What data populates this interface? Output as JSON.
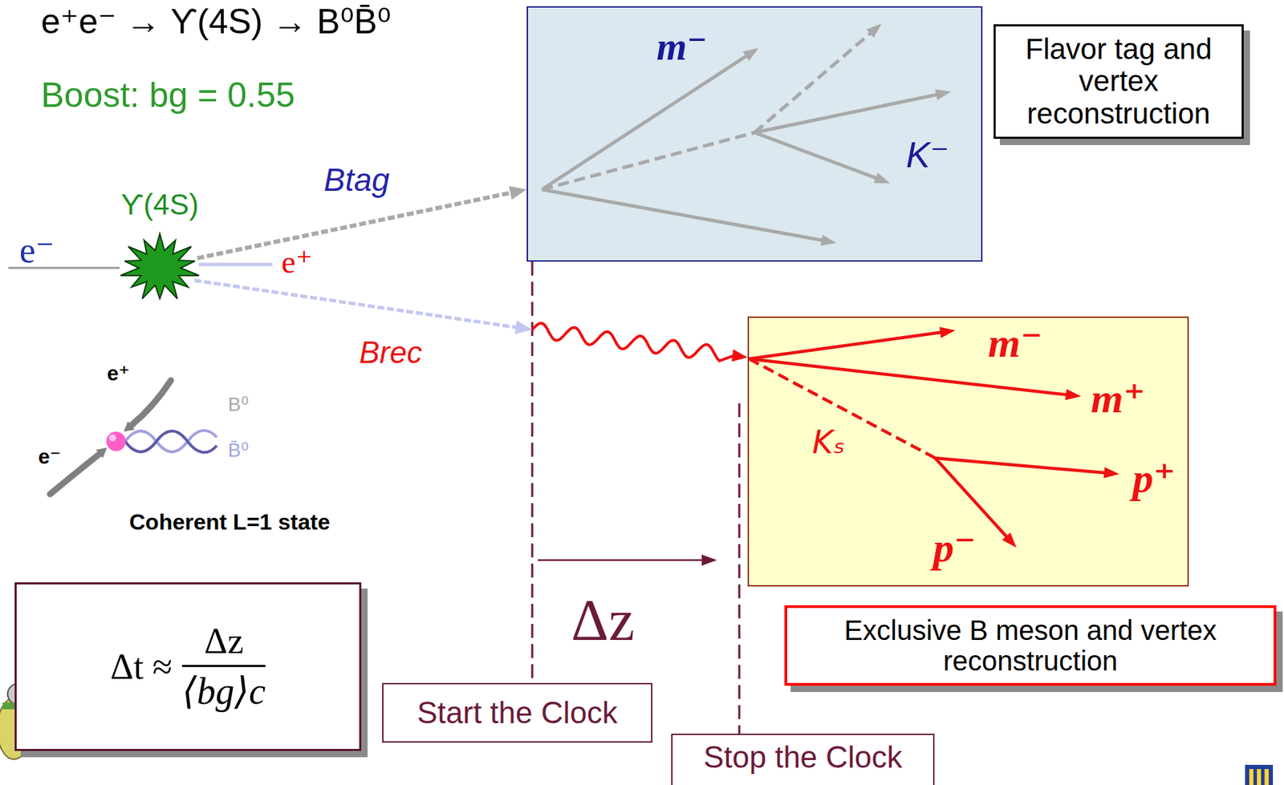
{
  "diagram": {
    "title": "e⁺e⁻ → ϒ(4S) → B⁰B̄⁰",
    "nodes": [
      {
        "text": [
          "ϒ(4S)"
        ]
      },
      {
        "text": [
          "m⁻",
          "K⁻"
        ]
      },
      {
        "text": [
          "Flavor tag and vertex reconstruction"
        ]
      },
      {
        "text": [
          "m⁻",
          "m⁺",
          "Kₛ",
          "p⁺",
          "p⁻"
        ]
      },
      {
        "text": [
          "Exclusive B meson and vertex reconstruction"
        ]
      },
      {
        "text": [
          "Δt ≈",
          "Δz",
          "⟨bg⟩c"
        ]
      },
      {
        "text": [
          "Start the Clock"
        ]
      },
      {
        "text": [
          "Stop the Clock"
        ]
      }
    ],
    "edges": [
      {
        "from": 0,
        "to": 1,
        "arrow": "to",
        "label": "Btag"
      },
      {
        "from": 0,
        "to": 3,
        "arrow": "to",
        "label": "Brec"
      }
    ],
    "labels": [
      "Boost: bg = 0.55",
      "e⁻",
      "e⁺",
      "e⁺",
      "e⁻",
      "B⁰",
      "B̄⁰",
      "Coherent L=1 state",
      "Δz"
    ]
  }
}
